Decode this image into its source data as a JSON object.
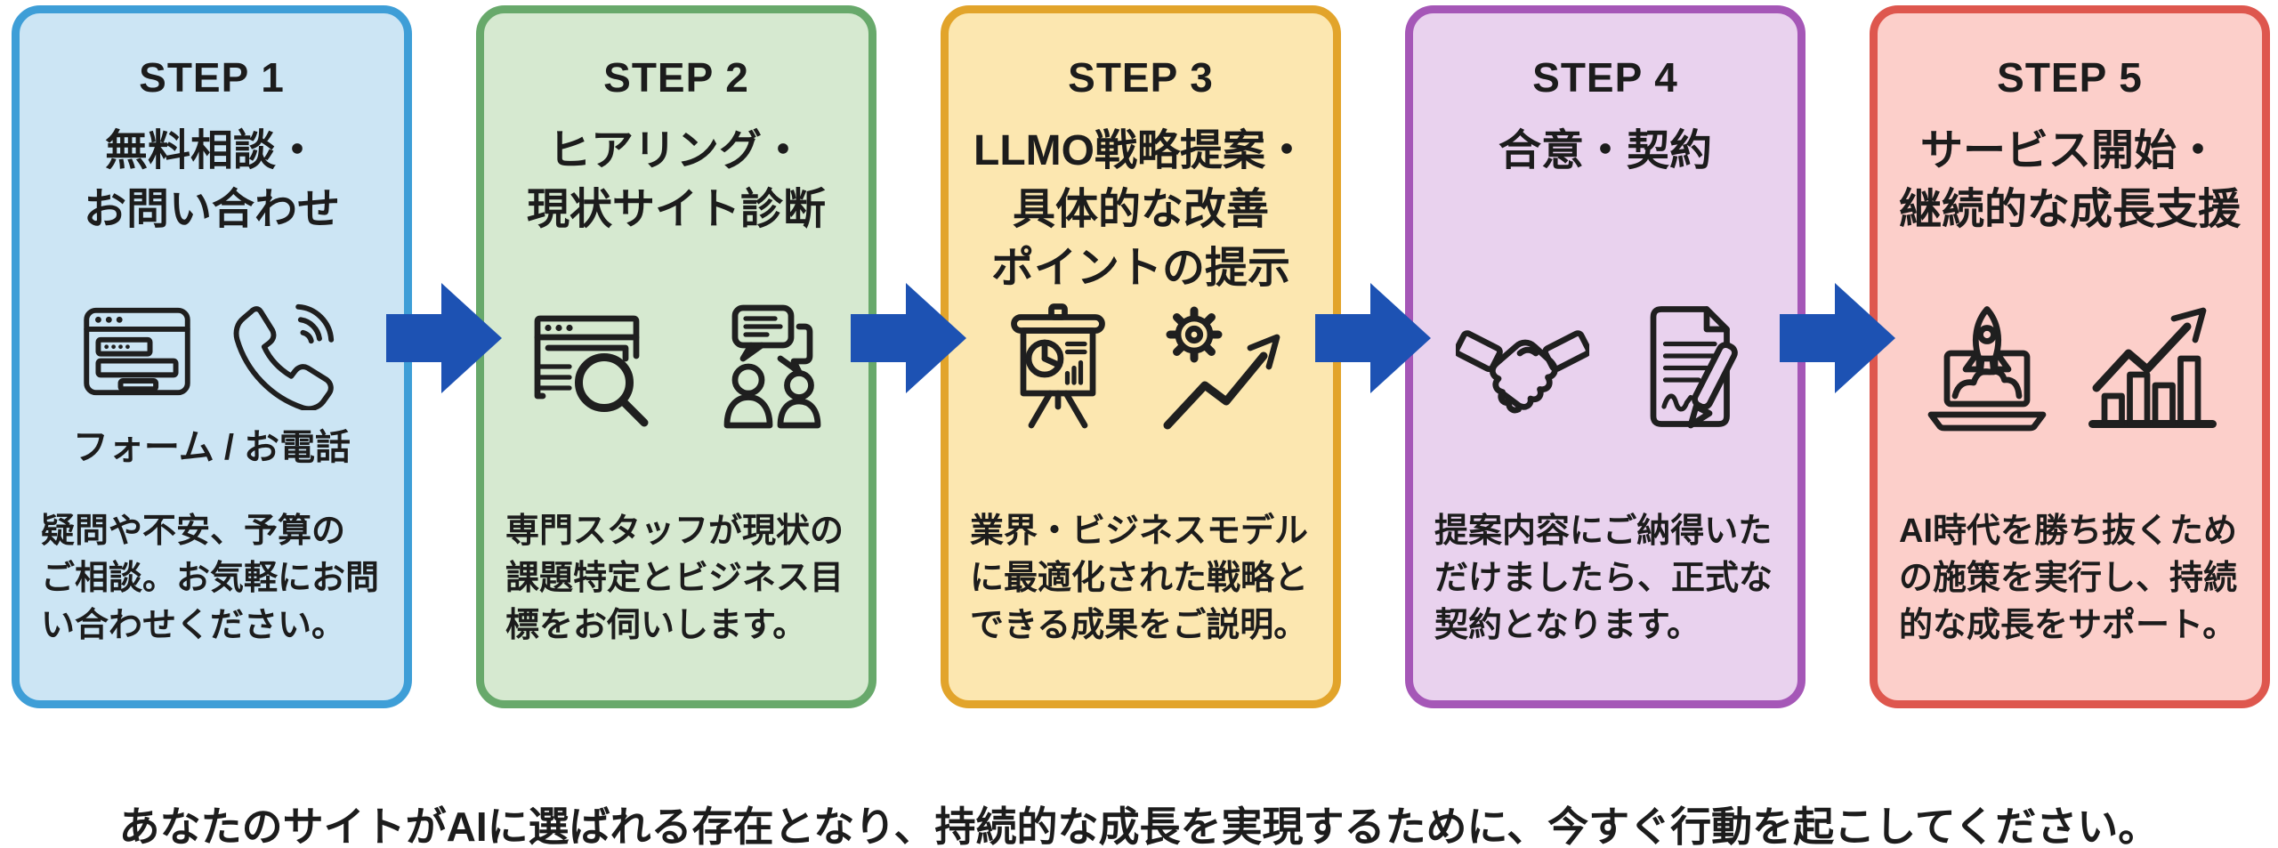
{
  "page": {
    "background": "#ffffff",
    "text_color": "#1c1c1c",
    "arrow_color": "#1d52b3",
    "tagline": "あなたのサイトがAIに選ばれる存在となり、持続的な成長を実現するために、今すぐ行動を起こしてください。"
  },
  "arrows": {
    "count": 4,
    "icon": "arrow-right-icon",
    "color": "#1d52b3"
  },
  "steps": [
    {
      "title": "STEP 1",
      "heading_lines": [
        "無料相談・",
        "お問い合わせ"
      ],
      "icons": [
        "form-icon",
        "phone-icon"
      ],
      "caption": "フォーム / お電話",
      "description_lines": [
        "疑問や不安、予算の",
        "ご相談。お気軽にお問",
        "い合わせください。"
      ],
      "colors": {
        "bg": "#cce5f4",
        "border": "#3e9ed7"
      }
    },
    {
      "title": "STEP 2",
      "heading_lines": [
        "ヒアリング・",
        "現状サイト診断"
      ],
      "icons": [
        "site-audit-icon",
        "interview-icon"
      ],
      "caption": null,
      "description_lines": [
        "専門スタッフが現状の",
        "課題特定とビジネス目",
        "標をお伺いします。"
      ],
      "colors": {
        "bg": "#d6e9d0",
        "border": "#68a96b"
      }
    },
    {
      "title": "STEP 3",
      "heading_lines": [
        "LLMO戦略提案・",
        "具体的な改善",
        "ポイントの提示"
      ],
      "icons": [
        "presentation-icon",
        "strategy-icon"
      ],
      "caption": null,
      "description_lines": [
        "業界・ビジネスモデル",
        "に最適化された戦略と",
        "できる成果をご説明。"
      ],
      "colors": {
        "bg": "#fce7b0",
        "border": "#e2a42b"
      }
    },
    {
      "title": "STEP 4",
      "heading_lines": [
        "合意・契約"
      ],
      "icons": [
        "handshake-icon",
        "contract-icon"
      ],
      "caption": null,
      "description_lines": [
        "提案内容にご納得いた",
        "だけましたら、正式な",
        "契約となります。"
      ],
      "colors": {
        "bg": "#e9d2ee",
        "border": "#a557b7"
      }
    },
    {
      "title": "STEP 5",
      "heading_lines": [
        "サービス開始・",
        "継続的な成長支援"
      ],
      "icons": [
        "launch-icon",
        "growth-icon"
      ],
      "caption": null,
      "description_lines": [
        "AI時代を勝ち抜くため",
        "の施策を実行し、持続",
        "的な成長をサポート。"
      ],
      "colors": {
        "bg": "#fccfca",
        "border": "#de574e"
      }
    }
  ]
}
